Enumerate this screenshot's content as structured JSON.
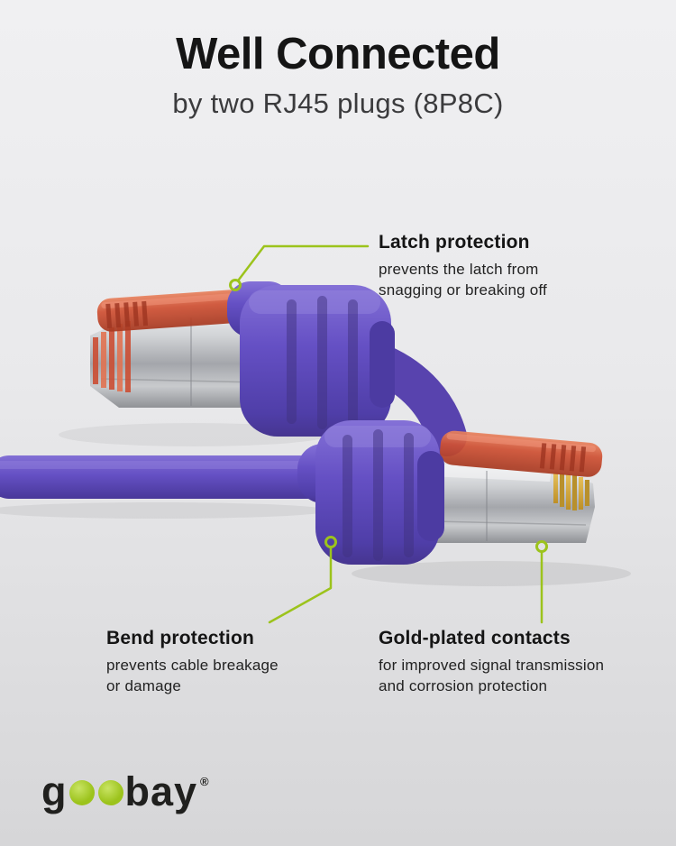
{
  "header": {
    "title": "Well Connected",
    "subtitle": "by two RJ45 plugs (8P8C)"
  },
  "callouts": {
    "latch": {
      "title": "Latch protection",
      "desc_line1": "prevents the latch from",
      "desc_line2": "snagging or breaking off"
    },
    "bend": {
      "title": "Bend protection",
      "desc_line1": "prevents cable breakage",
      "desc_line2": "or damage"
    },
    "gold": {
      "title": "Gold-plated contacts",
      "desc_line1": "for improved signal transmission",
      "desc_line2": "and corrosion protection"
    }
  },
  "logo": {
    "text_g": "g",
    "text_bay": "bay",
    "registered_mark": "®"
  },
  "colors": {
    "accent_green": "#9cc31c",
    "cable_purple": "#6550c4",
    "latch_red": "#cc4f33",
    "contacts_gold": "#c9992e",
    "background_top": "#f0f0f2",
    "background_bottom": "#d6d6d8",
    "title_text": "#151515",
    "body_text": "#222222"
  }
}
